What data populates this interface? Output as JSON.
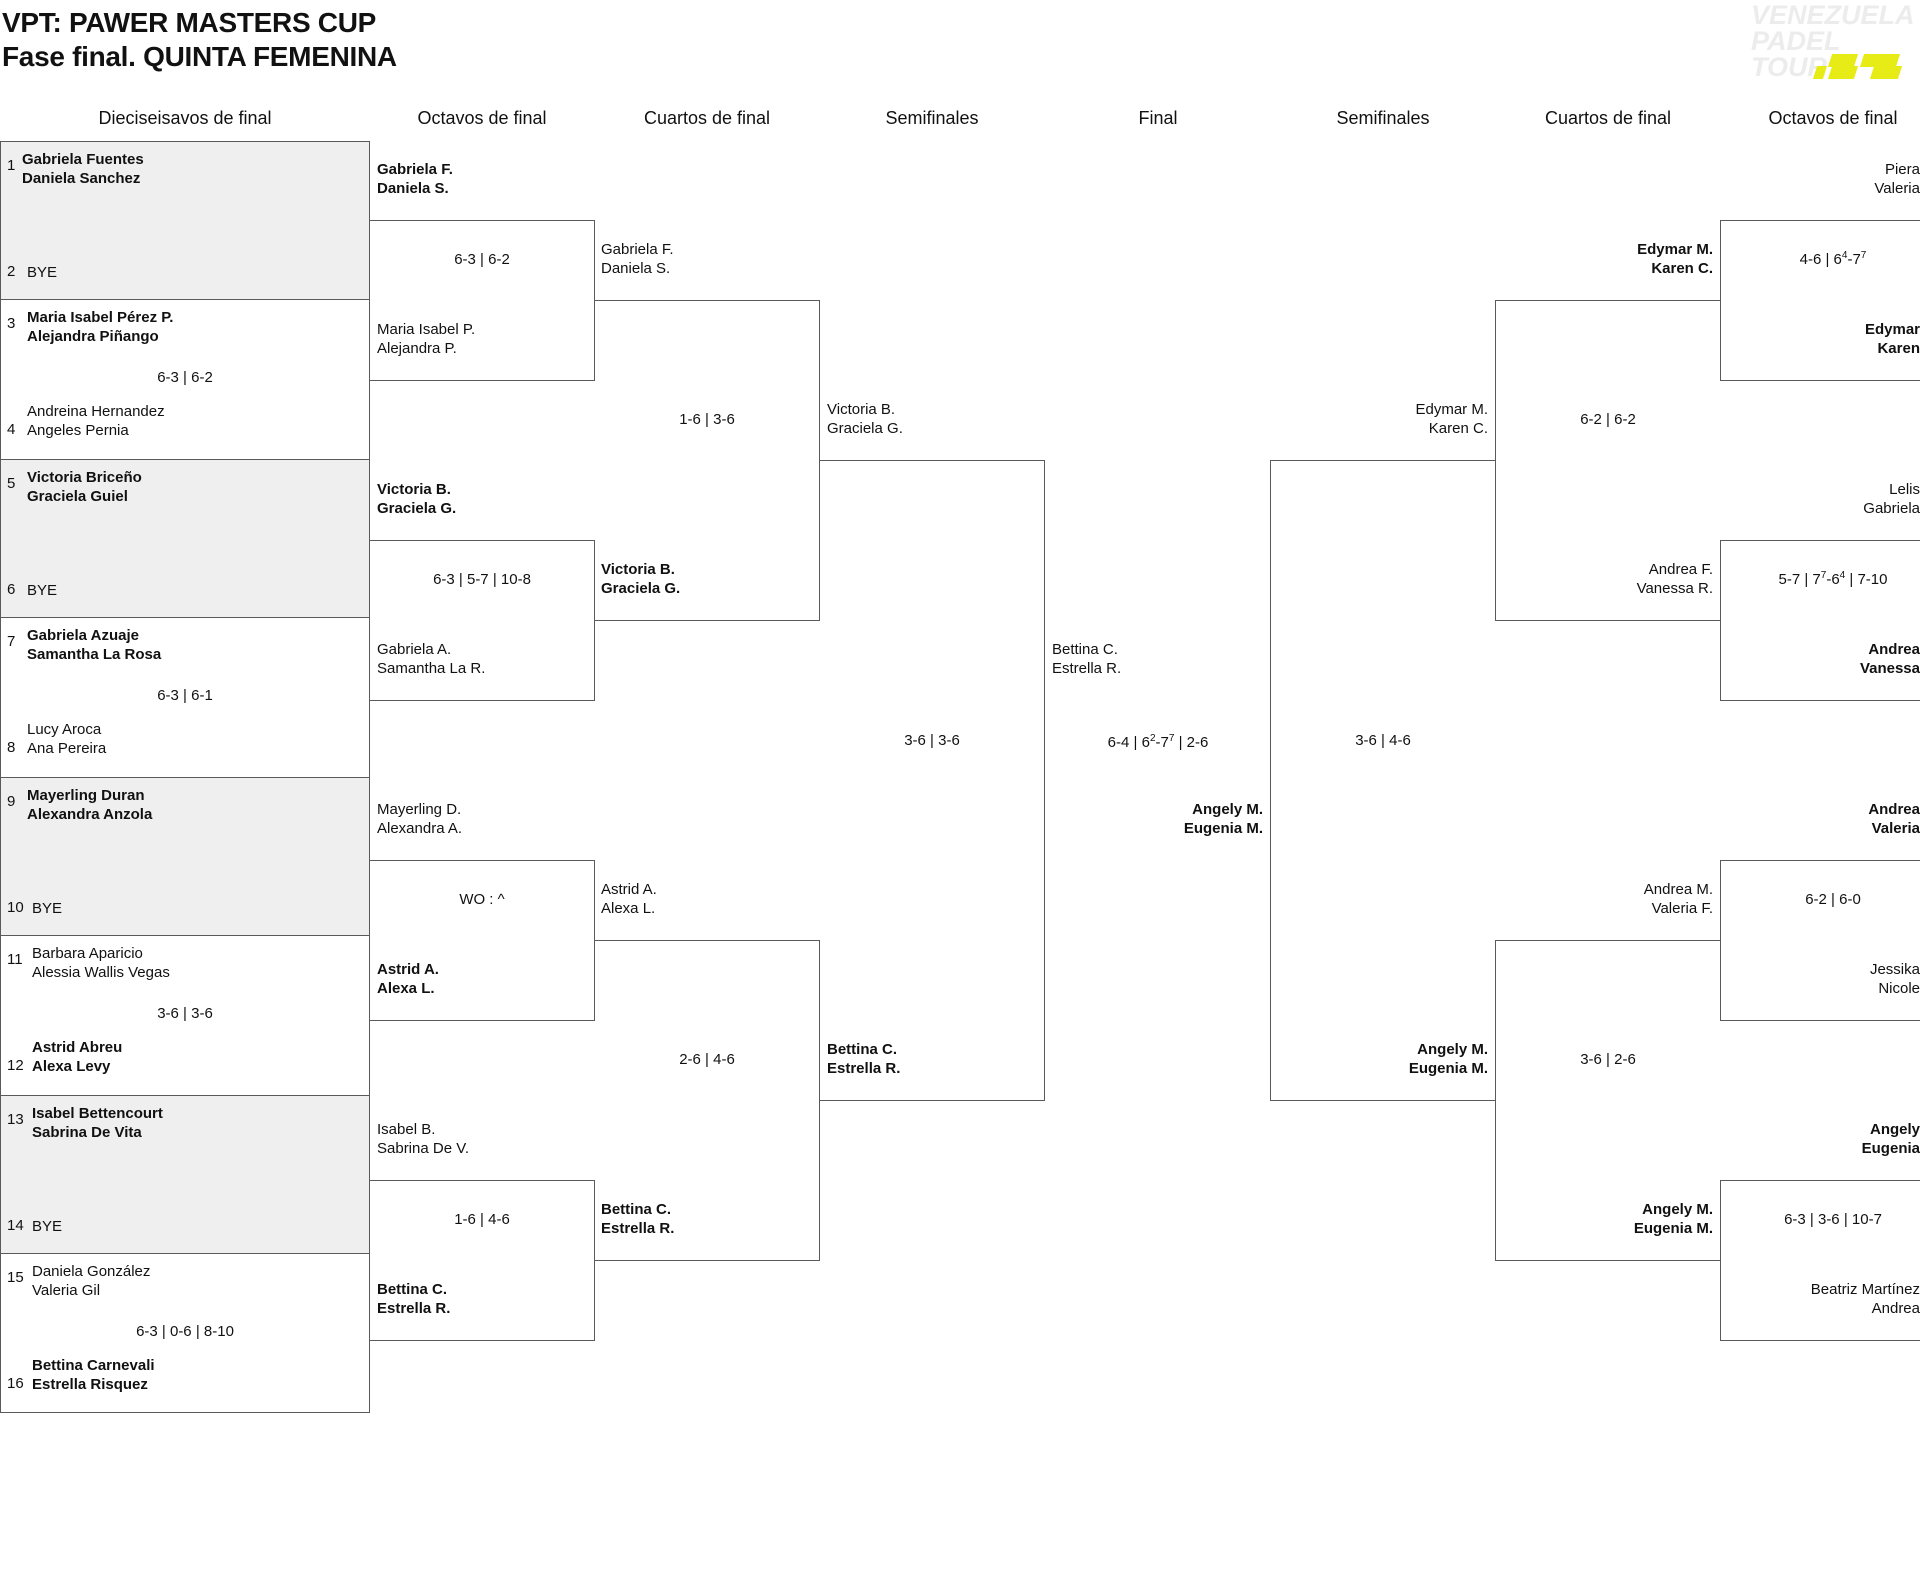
{
  "header": {
    "title": "VPT: PAWER MASTERS CUP",
    "subtitle": "Fase final. QUINTA FEMENINA",
    "logo_text": [
      "VENEZUELA",
      "PADEL",
      "TOUR"
    ],
    "logo_accent": "#e8ec16"
  },
  "rounds": [
    "Dieciseisavos de final",
    "Octavos de final",
    "Cuartos de final",
    "Semifinales",
    "Final",
    "Semifinales",
    "Cuartos de final",
    "Octavos de final"
  ],
  "r32": [
    {
      "seed": "1",
      "players": [
        "Gabriela Fuentes",
        "Daniela Sanchez"
      ],
      "winner": true
    },
    {
      "seed": "2",
      "players": [
        "BYE"
      ],
      "winner": false
    },
    {
      "seed": "3",
      "players": [
        "Maria Isabel Pérez P.",
        "Alejandra Piñango"
      ],
      "winner": true
    },
    {
      "seed": "4",
      "players": [
        "Andreina Hernandez",
        "Angeles Pernia"
      ],
      "winner": false
    },
    {
      "seed": "5",
      "players": [
        "Victoria Briceño",
        "Graciela Guiel"
      ],
      "winner": true
    },
    {
      "seed": "6",
      "players": [
        "BYE"
      ],
      "winner": false
    },
    {
      "seed": "7",
      "players": [
        "Gabriela Azuaje",
        "Samantha La Rosa"
      ],
      "winner": true
    },
    {
      "seed": "8",
      "players": [
        "Lucy Aroca",
        "Ana Pereira"
      ],
      "winner": false
    },
    {
      "seed": "9",
      "players": [
        "Mayerling Duran",
        "Alexandra Anzola"
      ],
      "winner": true
    },
    {
      "seed": "10",
      "players": [
        "BYE"
      ],
      "winner": false
    },
    {
      "seed": "11",
      "players": [
        "Barbara Aparicio",
        "Alessia Wallis Vegas"
      ],
      "winner": false
    },
    {
      "seed": "12",
      "players": [
        "Astrid Abreu",
        "Alexa Levy"
      ],
      "winner": true
    },
    {
      "seed": "13",
      "players": [
        "Isabel Bettencourt",
        "Sabrina De Vita"
      ],
      "winner": true
    },
    {
      "seed": "14",
      "players": [
        "BYE"
      ],
      "winner": false
    },
    {
      "seed": "15",
      "players": [
        "Daniela González",
        "Valeria Gil"
      ],
      "winner": false
    },
    {
      "seed": "16",
      "players": [
        "Bettina Carnevali",
        "Estrella Risquez"
      ],
      "winner": true
    }
  ],
  "r32_scores": [
    "",
    "6-3 | 6-2",
    "",
    "6-3 | 6-1",
    "",
    "3-6 | 3-6",
    "",
    "6-3 | 0-6 | 8-10"
  ],
  "r16_left": [
    {
      "players": [
        "Gabriela F.",
        "Daniela S."
      ],
      "winner": true
    },
    {
      "players": [
        "Maria Isabel P.",
        "Alejandra P."
      ],
      "winner": false
    },
    {
      "players": [
        "Victoria B.",
        "Graciela G."
      ],
      "winner": true
    },
    {
      "players": [
        "Gabriela A.",
        "Samantha La R."
      ],
      "winner": false
    },
    {
      "players": [
        "Mayerling D.",
        "Alexandra A."
      ],
      "winner": false
    },
    {
      "players": [
        "Astrid A.",
        "Alexa L."
      ],
      "winner": true
    },
    {
      "players": [
        "Isabel B.",
        "Sabrina De V."
      ],
      "winner": false
    },
    {
      "players": [
        "Bettina C.",
        "Estrella R."
      ],
      "winner": true
    }
  ],
  "r16_left_scores": [
    "6-3 | 6-2",
    "6-3 | 5-7 | 10-8",
    "WO : ^",
    "1-6 | 4-6"
  ],
  "qf_left": [
    {
      "players": [
        "Gabriela F.",
        "Daniela S."
      ],
      "winner": false
    },
    {
      "players": [
        "Victoria B.",
        "Graciela G."
      ],
      "winner": true
    },
    {
      "players": [
        "Astrid A.",
        "Alexa L."
      ],
      "winner": false
    },
    {
      "players": [
        "Bettina C.",
        "Estrella R."
      ],
      "winner": true
    }
  ],
  "qf_left_scores": [
    "1-6 | 3-6",
    "2-6 | 4-6"
  ],
  "sf_left": [
    {
      "players": [
        "Victoria B.",
        "Graciela G."
      ],
      "winner": false
    },
    {
      "players": [
        "Bettina C.",
        "Estrella R."
      ],
      "winner": true
    }
  ],
  "sf_left_score": "3-6 | 3-6",
  "final": {
    "top": {
      "players": [
        "Bettina C.",
        "Estrella R."
      ],
      "winner": false
    },
    "bottom": {
      "players": [
        "Angely M.",
        "Eugenia M."
      ],
      "winner": true
    },
    "score": {
      "a": "6-4 | 6",
      "a_sup": "2",
      "b": "-7",
      "b_sup": "7",
      "c": " | 2-6"
    }
  },
  "sf_right": [
    {
      "players": [
        "Edymar M.",
        "Karen C."
      ],
      "winner": false
    },
    {
      "players": [
        "Angely M.",
        "Eugenia M."
      ],
      "winner": true
    }
  ],
  "sf_right_score": "3-6 | 4-6",
  "qf_right": [
    {
      "players": [
        "Edymar M.",
        "Karen C."
      ],
      "winner": true
    },
    {
      "players": [
        "Andrea F.",
        "Vanessa R."
      ],
      "winner": false
    },
    {
      "players": [
        "Andrea M.",
        "Valeria F."
      ],
      "winner": false
    },
    {
      "players": [
        "Angely M.",
        "Eugenia M."
      ],
      "winner": true
    }
  ],
  "qf_right_scores": [
    "6-2 | 6-2",
    "3-6 | 2-6"
  ],
  "r16_right": [
    {
      "players": [
        "Piera",
        "Valeria"
      ],
      "winner": false
    },
    {
      "players": [
        "Edymar",
        "Karen"
      ],
      "winner": true
    },
    {
      "players": [
        "Lelis",
        "Gabriela"
      ],
      "winner": false
    },
    {
      "players": [
        "Andrea",
        "Vanessa"
      ],
      "winner": true
    },
    {
      "players": [
        "Andrea",
        "Valeria"
      ],
      "winner": true
    },
    {
      "players": [
        "Jessika",
        "Nicole"
      ],
      "winner": false
    },
    {
      "players": [
        "Angely",
        "Eugenia"
      ],
      "winner": true
    },
    {
      "players": [
        "Beatriz Martínez",
        "Andrea"
      ],
      "winner": false
    }
  ],
  "r16_right_scores": [
    {
      "a": "4-6 | 6",
      "a_sup": "4",
      "b": "-7",
      "b_sup": "7",
      "c": ""
    },
    {
      "a": "5-7 | 7",
      "a_sup": "7",
      "b": "-6",
      "b_sup": "4",
      "c": " | 7-10"
    },
    {
      "a": "6-2 | 6-0",
      "a_sup": "",
      "b": "",
      "b_sup": "",
      "c": ""
    },
    {
      "a": "6-3 | 3-6 | 10-7",
      "a_sup": "",
      "b": "",
      "b_sup": "",
      "c": ""
    }
  ]
}
